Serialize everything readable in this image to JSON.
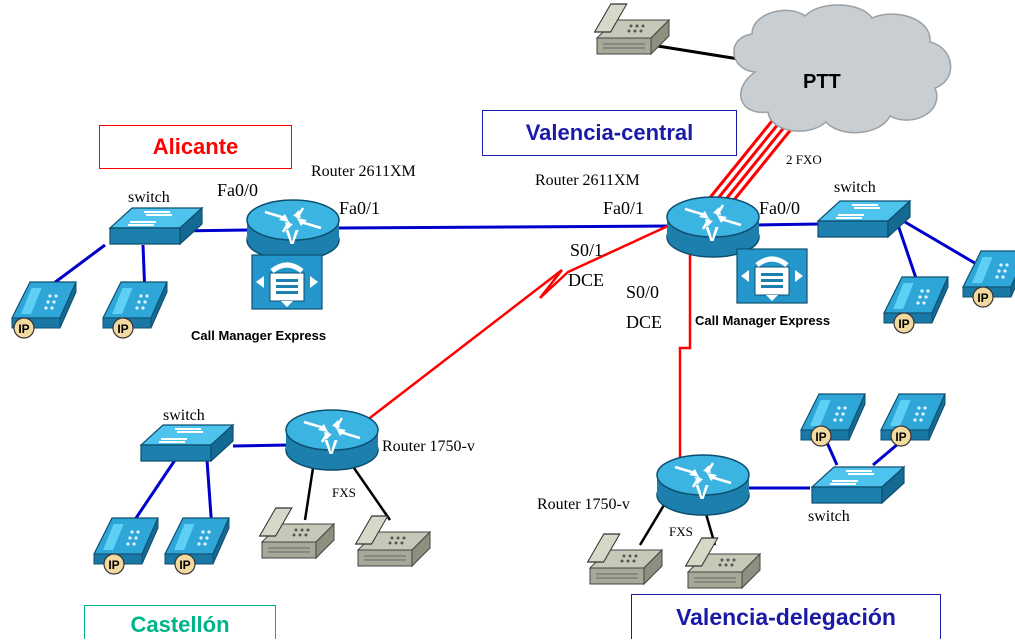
{
  "cloud": {
    "label": "PTT"
  },
  "sites": {
    "alicante": {
      "label": "Alicante",
      "color": "#ff0000"
    },
    "valencia_central": {
      "label": "Valencia-central",
      "color": "#1a1aa8"
    },
    "castellon": {
      "label": "Castellón",
      "color": "#00b48a"
    },
    "valencia_delegacion": {
      "label": "Valencia-delegación",
      "color": "#1a1aa8"
    }
  },
  "routers": {
    "alicante": {
      "model": "Router 2611XM"
    },
    "central": {
      "model": "Router 2611XM"
    },
    "castellon": {
      "model": "Router 1750-v"
    },
    "delegacion": {
      "model": "Router 1750-v"
    }
  },
  "devices": {
    "router_badge": "V",
    "ip_badge": "IP",
    "switch_label": "switch",
    "cme_label": "Call Manager Express"
  },
  "interfaces": {
    "alicante_fa00": "Fa0/0",
    "alicante_fa01": "Fa0/1",
    "central_fa01": "Fa0/1",
    "central_fa00": "Fa0/0",
    "central_s01": "S0/1",
    "central_s01_dce": "DCE",
    "central_s00": "S0/0",
    "central_s00_dce": "DCE",
    "fxo": "2 FXO",
    "castellon_fxs": "FXS",
    "delegacion_fxs": "FXS"
  },
  "colors": {
    "lan_link": "#0000cc",
    "wan_link": "#ff0000",
    "device_blue": "#2aa0d0",
    "cloud": "#c9ced2"
  }
}
